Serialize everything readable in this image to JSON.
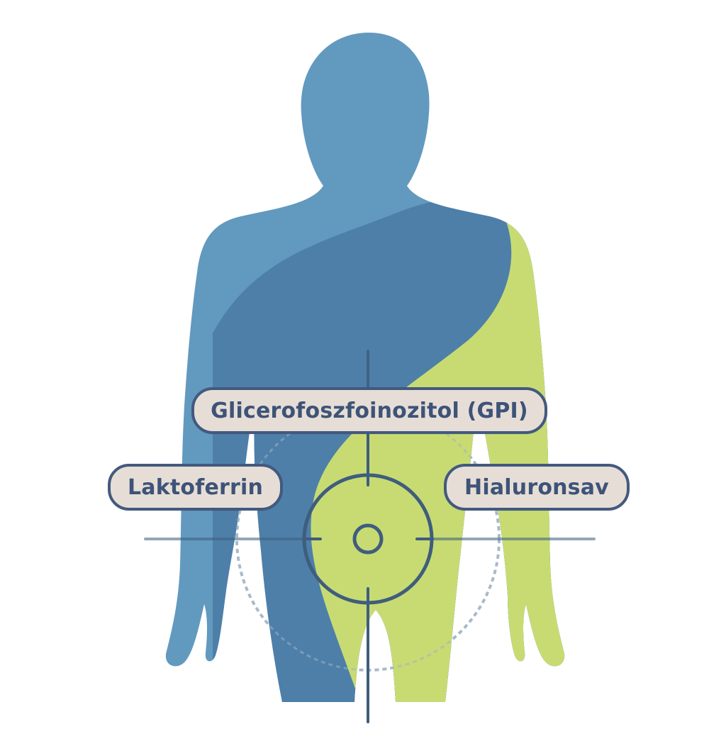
{
  "labels": {
    "top": "Glicerofoszfoinozitol (GPI)",
    "left": "Laktoferrin",
    "right": "Hialuronsav"
  },
  "colors": {
    "body_blue_light": "#6299bf",
    "body_blue_dark": "#4d7fa9",
    "body_green": "#c8db73",
    "target_line": "#3f5d7d",
    "target_line_faint": "#9fb2c2",
    "pill_fill": "#e6ded6",
    "pill_border": "#43597f",
    "pill_text": "#3e5378"
  }
}
